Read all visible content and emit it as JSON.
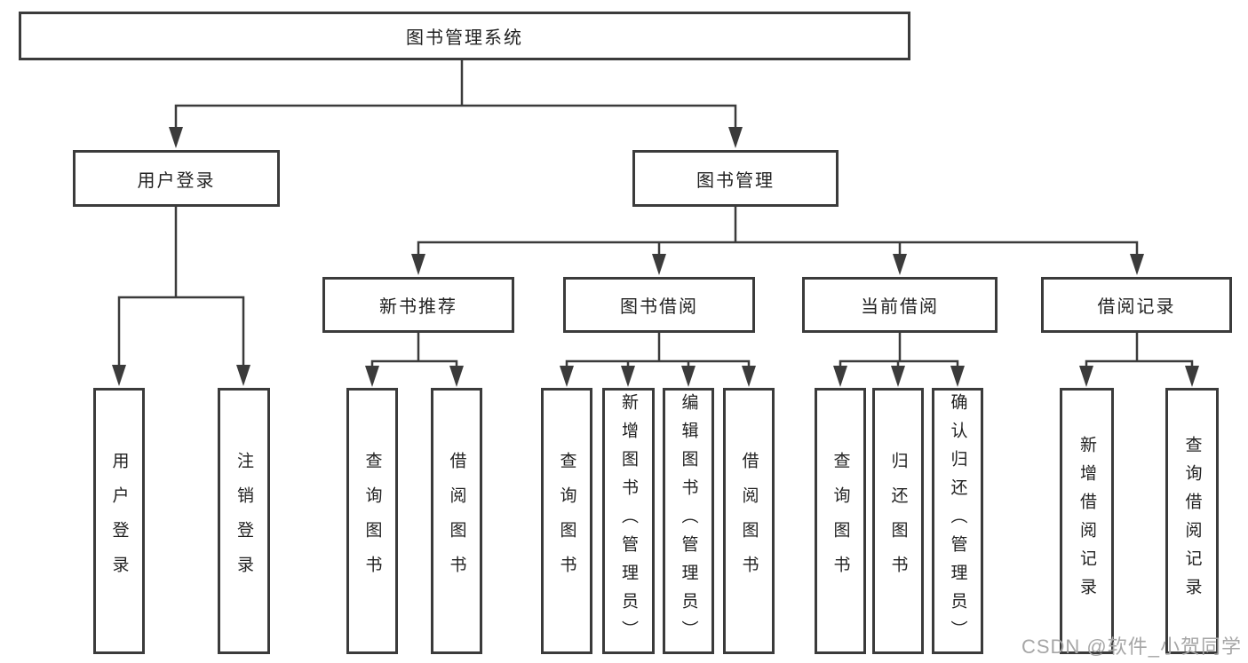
{
  "colors": {
    "line": "#3b3b3b",
    "text": "#222222",
    "box-bg": "#ffffff",
    "background": "#ffffff",
    "watermark": "#a6a6a6"
  },
  "watermark": {
    "text": "CSDN @软件_小贺同学"
  },
  "tree": {
    "label": "图书管理系统",
    "children": [
      {
        "label": "用户登录",
        "children": [
          {
            "label": "用户登录"
          },
          {
            "label": "注销登录"
          }
        ]
      },
      {
        "label": "图书管理",
        "children": [
          {
            "label": "新书推荐",
            "children": [
              {
                "label": "查询图书"
              },
              {
                "label": "借阅图书"
              }
            ]
          },
          {
            "label": "图书借阅",
            "children": [
              {
                "label": "查询图书"
              },
              {
                "label": "新增图书（管理员）"
              },
              {
                "label": "编辑图书（管理员）"
              },
              {
                "label": "借阅图书"
              }
            ]
          },
          {
            "label": "当前借阅",
            "children": [
              {
                "label": "查询图书"
              },
              {
                "label": "归还图书"
              },
              {
                "label": "确认归还（管理员）"
              }
            ]
          },
          {
            "label": "借阅记录",
            "children": [
              {
                "label": "新增借阅记录"
              },
              {
                "label": "查询借阅记录"
              }
            ]
          }
        ]
      }
    ]
  }
}
